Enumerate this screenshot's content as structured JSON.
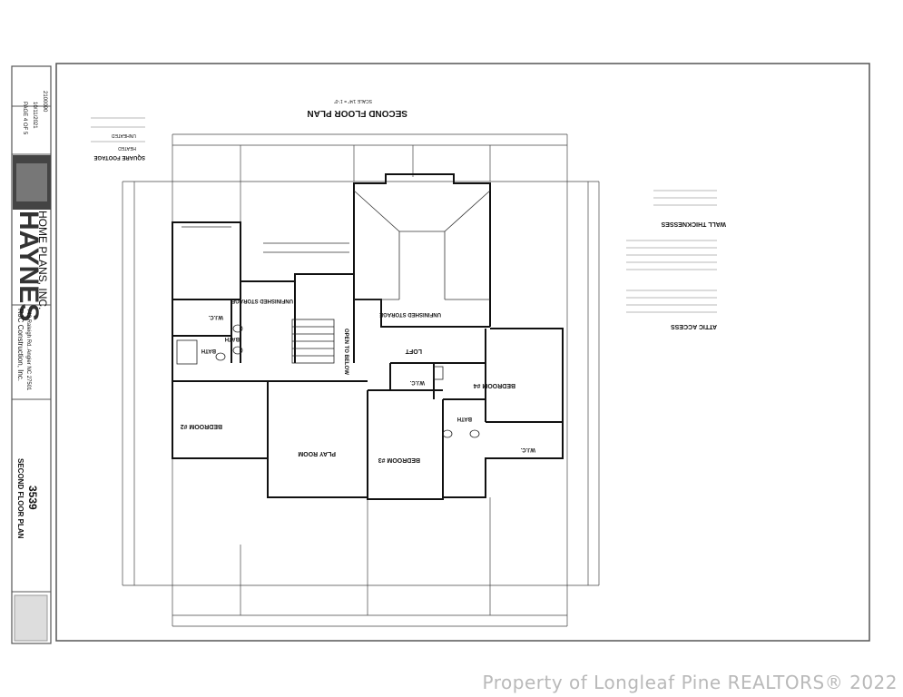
{
  "title": "SECOND FLOOR PLAN",
  "scale": "SCALE 1/4\" = 1'-0\"",
  "rooms": {
    "bedroom2": "BEDROOM #2",
    "bedroom3": "BEDROOM #3",
    "bedroom4": "BEDROOM #4",
    "play_room": "PLAY ROOM",
    "loft": "LOFT",
    "open_below": "OPEN TO BELOW",
    "storage1": "UNFINISHED STORAGE",
    "storage2": "UNFINISHED STORAGE",
    "bath1": "BATH",
    "bath2": "BATH",
    "bath3": "BATH",
    "wic1": "W.I.C.",
    "wic2": "W.I.C.",
    "wic3": "W.I.C."
  },
  "notes": {
    "attic_access": "ATTIC ACCESS",
    "wall_thicknesses": "WALL THICKNESSES",
    "square_footage": "SQUARE FOOTAGE",
    "heated": "HEATED",
    "unheated": "UNHEATED"
  },
  "title_block": {
    "company": "HAYNES",
    "company_sub": "HOME PLANS, INC.",
    "client": "RJC Construction, Inc.",
    "client_address": "743 Raleigh Rd. Angier NC 27501",
    "sheet_title": "SECOND FLOOR PLAN",
    "plan_number": "3539",
    "page": "PAGE 4 OF 5",
    "date": "10/11/2021",
    "job": "2100090"
  },
  "watermark": "Property of Longleaf Pine REALTORS® 2022"
}
